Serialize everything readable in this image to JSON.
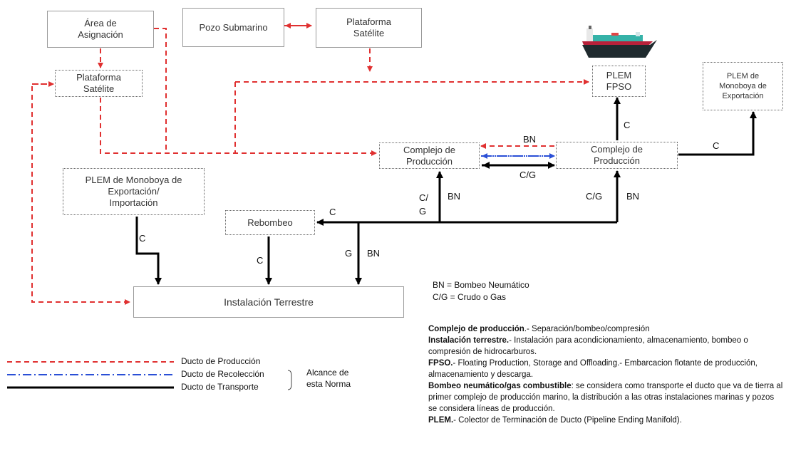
{
  "nodes": {
    "area_asignacion": "Área de\nAsignación",
    "pozo_submarino": "Pozo Submarino",
    "plataforma_satelite_top": "Plataforma\nSatélite",
    "plataforma_satelite_left": "Plataforma\nSatélite",
    "plem_fpso": "PLEM\nFPSO",
    "plem_monoboya_exportacion": "PLEM de\nMonoboya de\nExportación",
    "complejo_produccion_1": "Complejo de\nProducción",
    "complejo_produccion_2": "Complejo de\nProducción",
    "plem_monoboya_export_import": "PLEM de Monoboya de\nExportación/\nImportación",
    "rebombeo": "Rebombeo",
    "instalacion_terrestre": "Instalación Terrestre"
  },
  "edge_labels": {
    "bn_top": "BN",
    "cg_middle": "C/G",
    "c_fpso": "C",
    "c_export": "C",
    "cg_complejo1": "C/\nG",
    "bn_complejo1": "BN",
    "cg_complejo2": "C/G",
    "bn_complejo2": "BN",
    "c_rebombeo": "C",
    "c_rebombeo_down": "C",
    "g_down": "G",
    "bn_down": "BN",
    "c_monoboya": "C"
  },
  "abbreviations": {
    "bn": "BN = Bombeo Neumático",
    "cg": "C/G = Crudo o Gas"
  },
  "legend": {
    "produccion": "Ducto de Producción",
    "recoleccion": "Ducto de Recolección",
    "transporte": "Ducto de Transporte",
    "alcance": "Alcance de\nesta Norma",
    "colors": {
      "produccion": "#e03030",
      "recoleccion": "#2a4fd6",
      "transporte": "#000000"
    }
  },
  "notes": [
    {
      "term": "Complejo de producción",
      "text": ".- Separación/bombeo/compresión"
    },
    {
      "term": "Instalación terrestre.",
      "text": "- Instalación para acondicionamiento, almacenamiento, bombeo o compresión de hidrocarburos."
    },
    {
      "term": "FPSO.",
      "text": "- Floating Production, Storage and Offloading.- Embarcacion flotante de producción, almacenamiento y descarga."
    },
    {
      "term": "Bombeo neumático/gas combustible",
      "text": ": se considera como transporte el ducto que va de tierra al primer complejo de producción marino, la distribución a las otras instalaciones marinas y pozos se considera líneas de producción."
    },
    {
      "term": "PLEM.",
      "text": "- Colector de Terminación de Ducto (Pipeline Ending Manifold)."
    }
  ]
}
